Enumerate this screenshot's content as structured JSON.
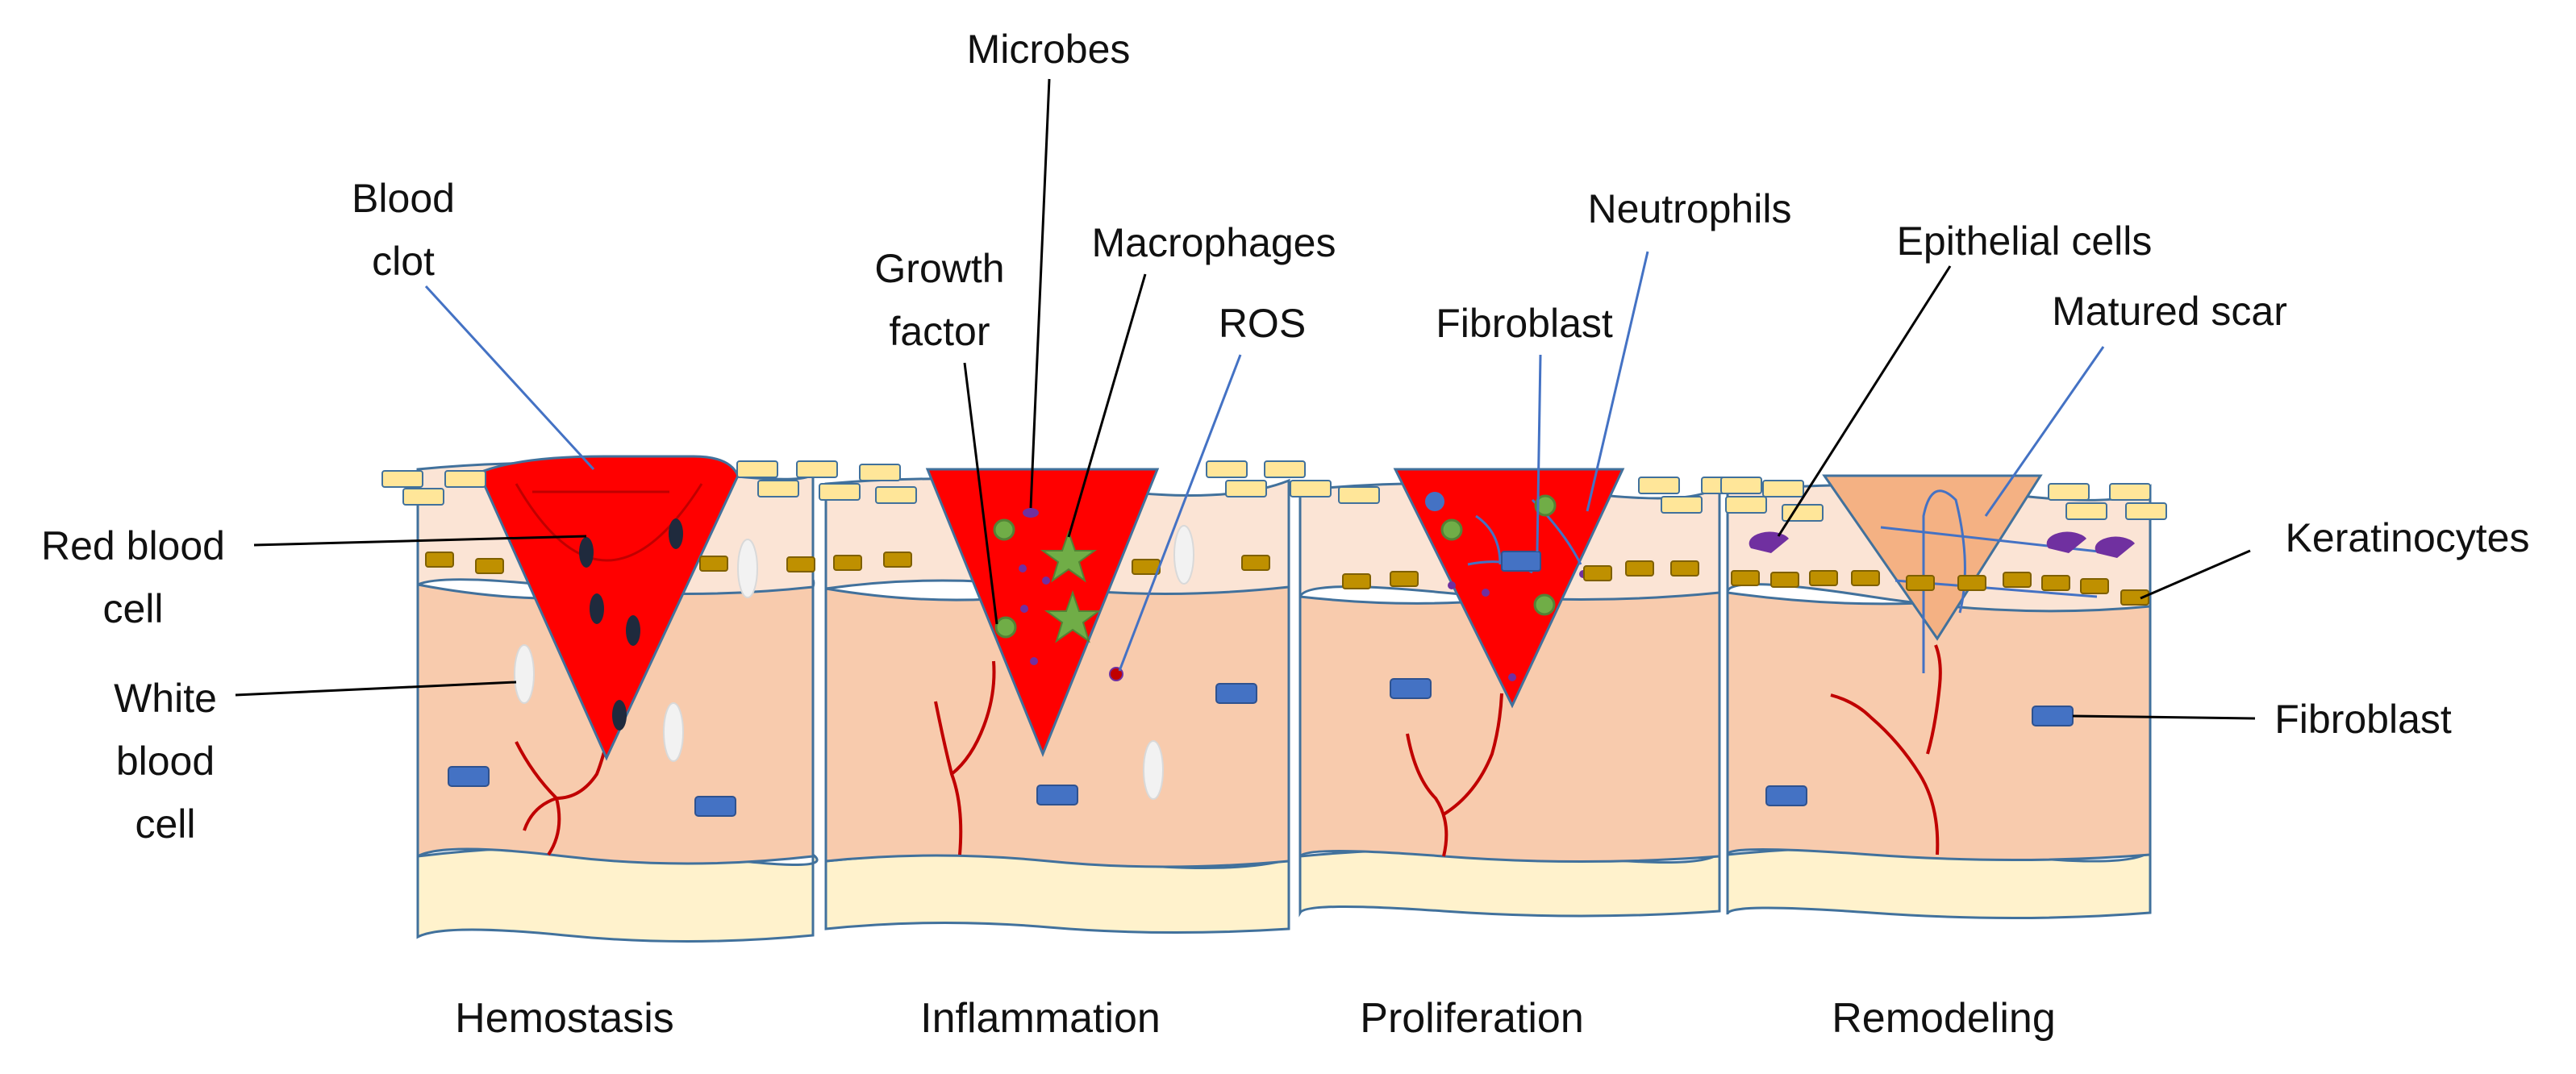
{
  "colors": {
    "background": "#ffffff",
    "epidermis": "#fbe4d5",
    "dermis": "#f8cbad",
    "hypodermis": "#fff2cc",
    "wound_red": "#ff0000",
    "matured_scar": "#f4b183",
    "keratinocyte": "#bf9000",
    "surface_cell": "#ffe699",
    "fibroblast_blue": "#4472c4",
    "macrophage_green": "#70ad47",
    "epithelial_purple": "#7030a0",
    "vessel_red": "#c00000",
    "outline": "#41719c",
    "leader_line": "#000000",
    "leader_line_blue": "#4472c4"
  },
  "stages": [
    {
      "name": "Hemostasis"
    },
    {
      "name": "Inflammation"
    },
    {
      "name": "Proliferation"
    },
    {
      "name": "Remodeling"
    }
  ],
  "labels": {
    "blood_clot": [
      "Blood",
      "clot"
    ],
    "red_blood_cell": [
      "Red blood",
      "cell"
    ],
    "white_blood_cell": [
      "White",
      "blood",
      "cell"
    ],
    "microbes": "Microbes",
    "growth_factor": [
      "Growth",
      "factor"
    ],
    "macrophages": "Macrophages",
    "ros": "ROS",
    "fibroblast_top": "Fibroblast",
    "neutrophils": "Neutrophils",
    "epithelial_cells": "Epithelial cells",
    "matured_scar": "Matured scar",
    "keratinocytes": "Keratinocytes",
    "fibroblast_right": "Fibroblast"
  }
}
